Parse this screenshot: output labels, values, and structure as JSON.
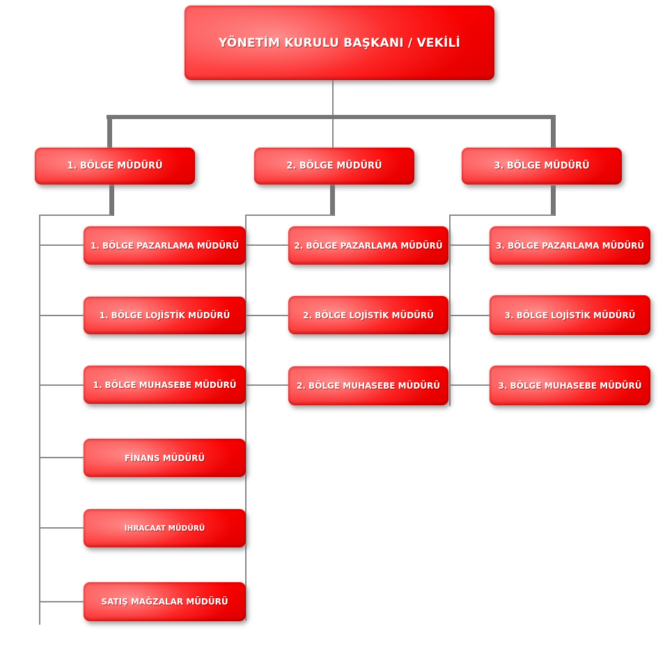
{
  "chart": {
    "root": {
      "label": "YÖNETİM KURULU BAŞKANI / VEKİLİ"
    },
    "regions": [
      {
        "label": "1. BÖLGE MÜDÜRÜ",
        "children": [
          {
            "label": "1. BÖLGE PAZARLAMA MÜDÜRÜ"
          },
          {
            "label": "1. BÖLGE LOJİSTİK MÜDÜRÜ"
          },
          {
            "label": "1. BÖLGE MUHASEBE MÜDÜRÜ"
          },
          {
            "label": "FİNANS MÜDÜRÜ"
          },
          {
            "label": "İHRACAAT MÜDÜRÜ"
          },
          {
            "label": "SATIŞ MAĞZALAR MÜDÜRÜ"
          }
        ]
      },
      {
        "label": "2. BÖLGE MÜDÜRÜ",
        "children": [
          {
            "label": "2. BÖLGE PAZARLAMA MÜDÜRÜ"
          },
          {
            "label": "2. BÖLGE LOJİSTİK MÜDÜRÜ"
          },
          {
            "label": "2. BÖLGE MUHASEBE MÜDÜRÜ"
          }
        ]
      },
      {
        "label": "3. BÖLGE MÜDÜRÜ",
        "children": [
          {
            "label": "3. BÖLGE PAZARLAMA MÜDÜRÜ"
          },
          {
            "label": "3. BÖLGE LOJİSTİK MÜDÜRÜ"
          },
          {
            "label": "3. BÖLGE MUHASEBE MÜDÜRÜ"
          }
        ]
      }
    ],
    "colors": {
      "node_red": "#fc0101",
      "node_highlight": "#ff8a8a",
      "node_dark_red": "#de0000",
      "node_text": "#ffffff",
      "connector_thick_gray": "#767676",
      "connector_thin_gray": "#8a8a8a",
      "background": "#ffffff"
    }
  }
}
